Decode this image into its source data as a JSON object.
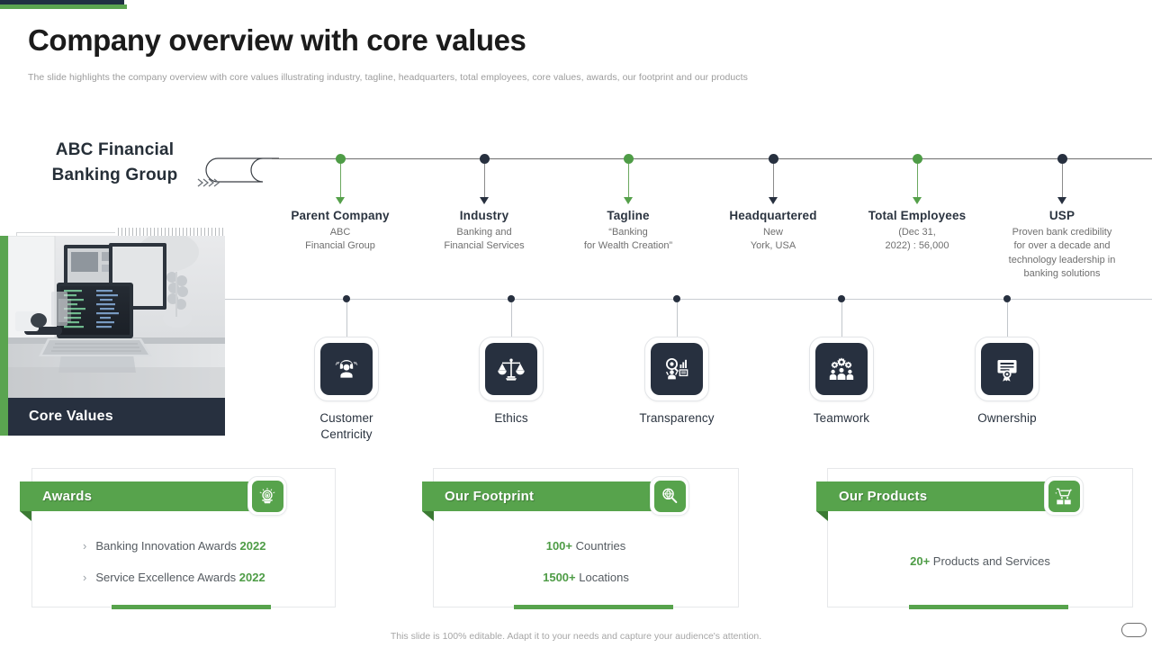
{
  "header": {
    "title": "Company overview with core values",
    "subtitle": "The slide highlights the company overview with core values illustrating industry, tagline, headquarters, total employees, core values, awards, our footprint and our products"
  },
  "company": {
    "name_line1": "ABC Financial",
    "name_line2": "Banking Group",
    "connector_icon": "chevrons-right-icon"
  },
  "timeline": {
    "columns": [
      {
        "title": "Parent Company",
        "body": "ABC\nFinancial Group",
        "dot_color": "#4e9c46",
        "dot_style": "green"
      },
      {
        "title": "Industry",
        "body": "Banking and\nFinancial Services",
        "dot_color": "#27303f",
        "dot_style": "navy"
      },
      {
        "title": "Tagline",
        "body": "“Banking\nfor Wealth Creation”",
        "dot_color": "#4e9c46",
        "dot_style": "green"
      },
      {
        "title": "Headquartered",
        "body": "New\nYork, USA",
        "dot_color": "#27303f",
        "dot_style": "navy"
      },
      {
        "title": "Total Employees",
        "body": "(Dec 31,\n2022) : 56,000",
        "dot_color": "#4e9c46",
        "dot_style": "green"
      },
      {
        "title": "USP",
        "body": "Proven bank credibility\nfor over a decade and\ntechnology leadership in\nbanking solutions",
        "dot_color": "#27303f",
        "dot_style": "navy"
      }
    ]
  },
  "core_values_panel": {
    "caption": "Core Values",
    "photo_alt": "office-desk-laptop-photo"
  },
  "core_values": [
    {
      "label": "Customer\nCentricity",
      "icon": "headset-support-agent-icon"
    },
    {
      "label": "Ethics",
      "icon": "balance-scales-icon"
    },
    {
      "label": "Transparency",
      "icon": "magnifier-analytics-icon"
    },
    {
      "label": "Teamwork",
      "icon": "gears-team-icon"
    },
    {
      "label": "Ownership",
      "icon": "certificate-award-icon"
    }
  ],
  "cards": [
    {
      "title": "Awards",
      "icon": "award-badge-icon",
      "type": "bullets",
      "bullets": [
        {
          "chevron": "›",
          "text": "Banking Innovation  Awards ",
          "highlight": "2022"
        },
        {
          "chevron": "›",
          "text": "Service Excellence Awards ",
          "highlight": "2022"
        }
      ]
    },
    {
      "title": "Our Footprint",
      "icon": "magnifier-globe-icon",
      "type": "stats",
      "stats": [
        {
          "value": "100+",
          "label": " Countries"
        },
        {
          "value": "1500+",
          "label": " Locations"
        }
      ]
    },
    {
      "title": "Our Products",
      "icon": "shopping-cart-icon",
      "type": "stats",
      "stats": [
        {
          "value": "20+",
          "label": " Products and Services"
        }
      ]
    }
  ],
  "footer": {
    "note": "This slide is 100% editable. Adapt it to your needs and capture your audience's attention."
  },
  "colors": {
    "green": "#57a34c",
    "navy": "#27303f",
    "text_gray": "#6f6f6f"
  }
}
